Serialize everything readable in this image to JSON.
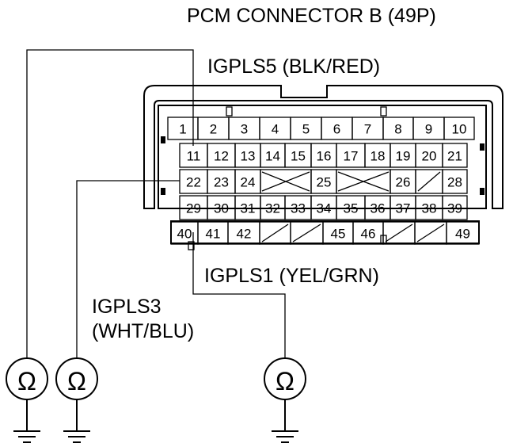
{
  "diagram": {
    "title": "PCM CONNECTOR B (49P)",
    "wire_labels": {
      "igpls5": "IGPLS5 (BLK/RED)",
      "igpls1": "IGPLS1 (YEL/GRN)",
      "igpls3_name": "IGPLS3",
      "igpls3_color": "(WHT/BLU)"
    },
    "meter_symbol": "Ω",
    "connector": {
      "rows": [
        [
          "1",
          "2",
          "3",
          "4",
          "5",
          "6",
          "7",
          "8",
          "9",
          "10"
        ],
        [
          "11",
          "12",
          "13",
          "14",
          "15",
          "16",
          "17",
          "18",
          "19",
          "20",
          "21"
        ],
        [
          "22",
          "23",
          "24",
          "",
          "",
          "25",
          "",
          "",
          "26",
          "",
          "28"
        ],
        [
          "29",
          "30",
          "31",
          "32",
          "33",
          "34",
          "35",
          "36",
          "37",
          "38",
          "39"
        ],
        [
          "40",
          "41",
          "42",
          "",
          "",
          "45",
          "46",
          "",
          "",
          "49"
        ]
      ]
    }
  }
}
